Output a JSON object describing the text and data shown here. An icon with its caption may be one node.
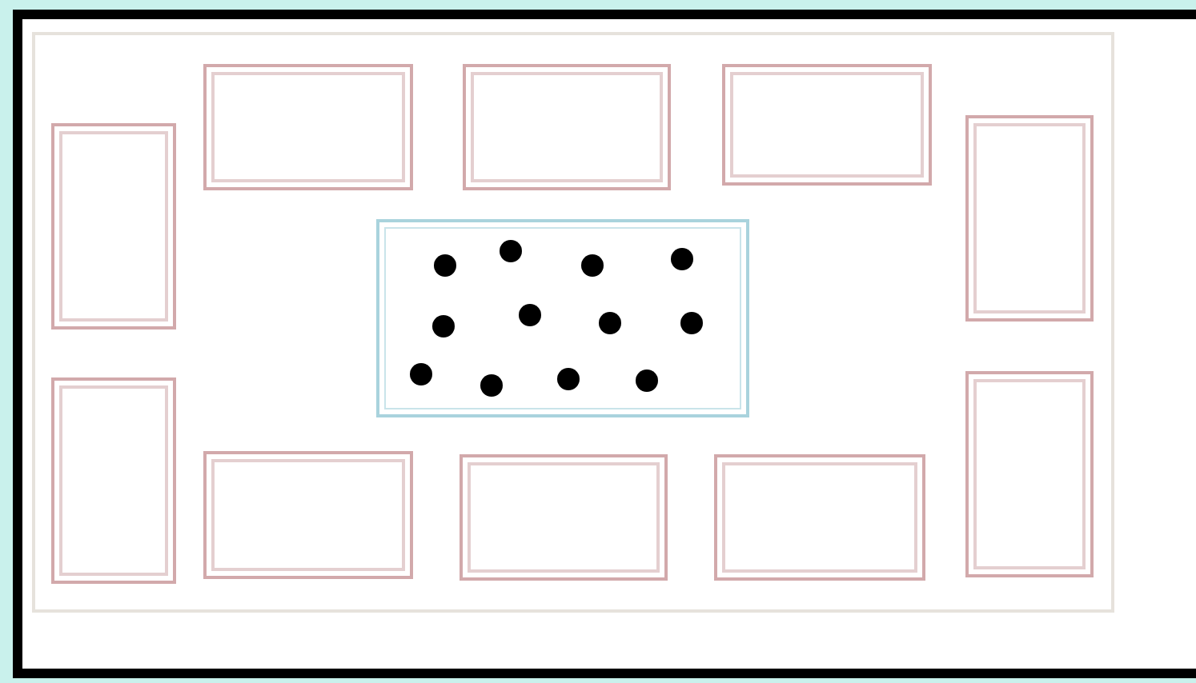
{
  "diagram": {
    "nodes": [
      {
        "text": [],
        "shape": "box"
      },
      {
        "text": [],
        "shape": "box",
        "in": 0
      },
      {
        "text": [],
        "shape": "box",
        "in": 0
      },
      {
        "text": [],
        "shape": "box",
        "in": 0
      },
      {
        "text": [],
        "shape": "box",
        "in": 0
      },
      {
        "text": [],
        "shape": "box",
        "in": 0
      },
      {
        "text": [],
        "shape": "box",
        "in": 0
      },
      {
        "text": [],
        "shape": "circle",
        "in": 6
      },
      {
        "text": [],
        "shape": "circle",
        "in": 6
      },
      {
        "text": [],
        "shape": "circle",
        "in": 6
      },
      {
        "text": [],
        "shape": "circle",
        "in": 6
      },
      {
        "text": [],
        "shape": "circle",
        "in": 6
      },
      {
        "text": [],
        "shape": "circle",
        "in": 6
      },
      {
        "text": [],
        "shape": "circle",
        "in": 6
      },
      {
        "text": [],
        "shape": "circle",
        "in": 6
      },
      {
        "text": [],
        "shape": "circle",
        "in": 6
      },
      {
        "text": [],
        "shape": "circle",
        "in": 6
      },
      {
        "text": [],
        "shape": "circle",
        "in": 6
      },
      {
        "text": [],
        "shape": "circle",
        "in": 6
      },
      {
        "text": [],
        "shape": "box",
        "in": 0
      },
      {
        "text": [],
        "shape": "box",
        "in": 0
      },
      {
        "text": [],
        "shape": "box",
        "in": 0
      },
      {
        "text": [],
        "shape": "box",
        "in": 0
      },
      {
        "text": [],
        "shape": "box",
        "in": 0
      }
    ]
  }
}
